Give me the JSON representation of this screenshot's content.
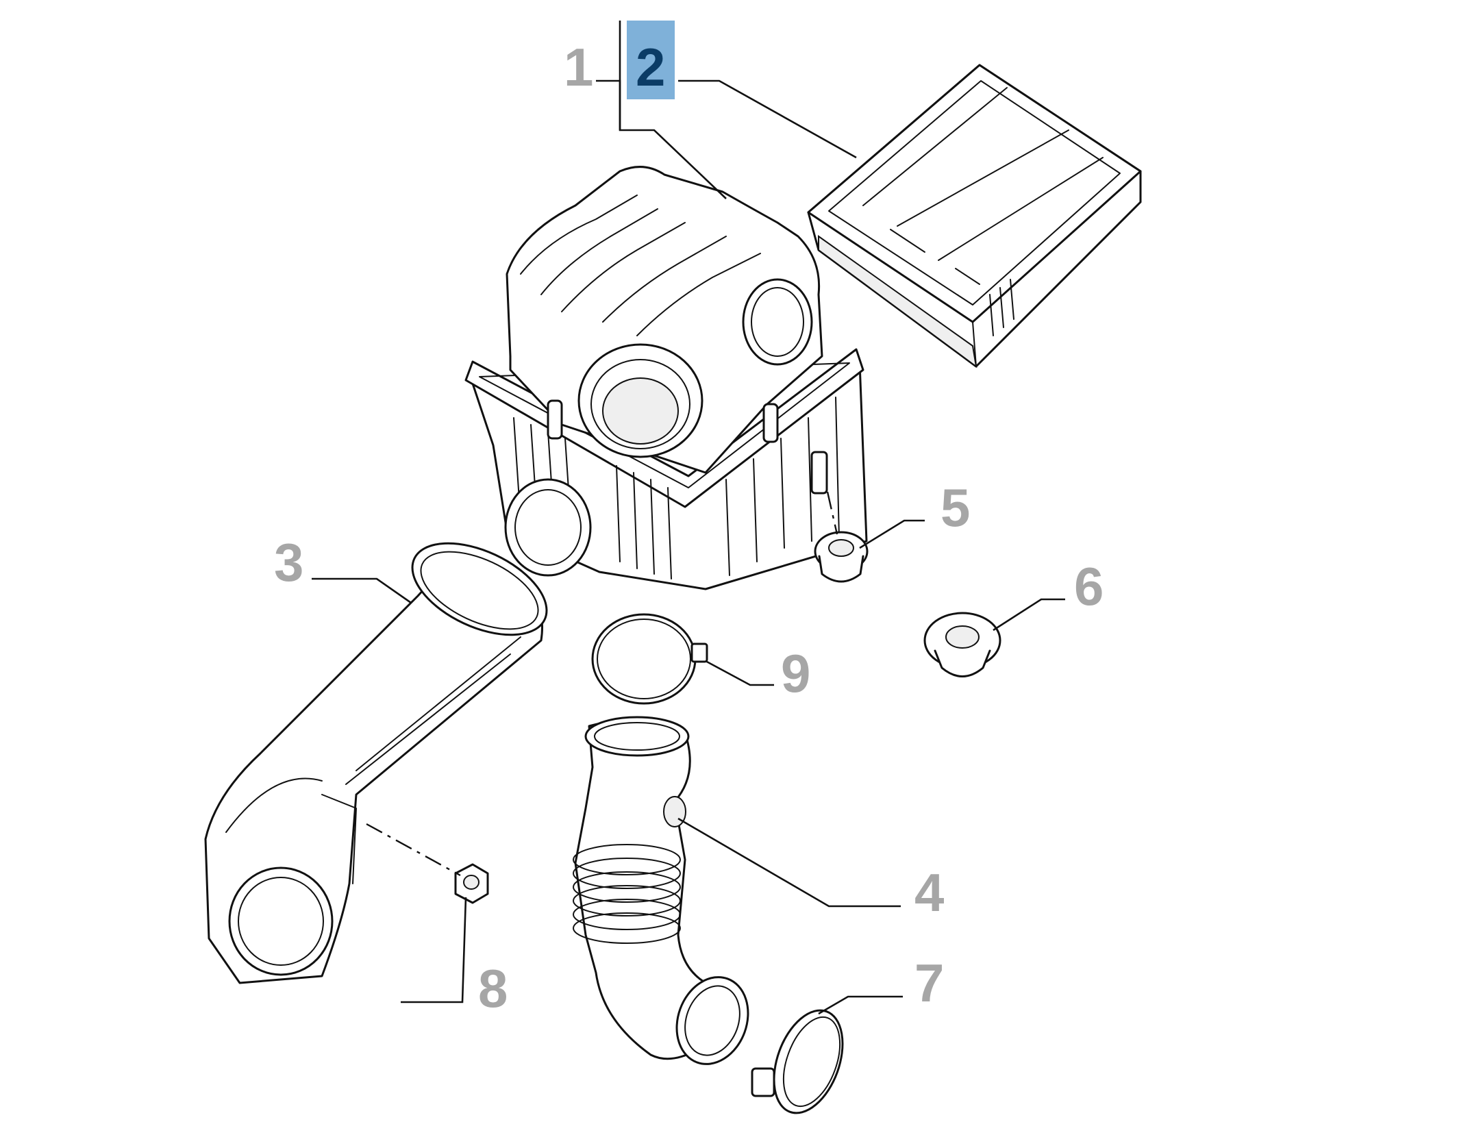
{
  "diagram": {
    "callouts": [
      {
        "id": "1",
        "label": "1",
        "selected": false
      },
      {
        "id": "2",
        "label": "2",
        "selected": true
      },
      {
        "id": "3",
        "label": "3",
        "selected": false
      },
      {
        "id": "4",
        "label": "4",
        "selected": false
      },
      {
        "id": "5",
        "label": "5",
        "selected": false
      },
      {
        "id": "6",
        "label": "6",
        "selected": false
      },
      {
        "id": "7",
        "label": "7",
        "selected": false
      },
      {
        "id": "8",
        "label": "8",
        "selected": false
      },
      {
        "id": "9",
        "label": "9",
        "selected": false
      }
    ],
    "colors": {
      "callout_text": "#a6a6a6",
      "selected_highlight": "#7fb1d9",
      "selected_text": "#0b3c66",
      "line": "#111111",
      "background": "#ffffff"
    }
  }
}
